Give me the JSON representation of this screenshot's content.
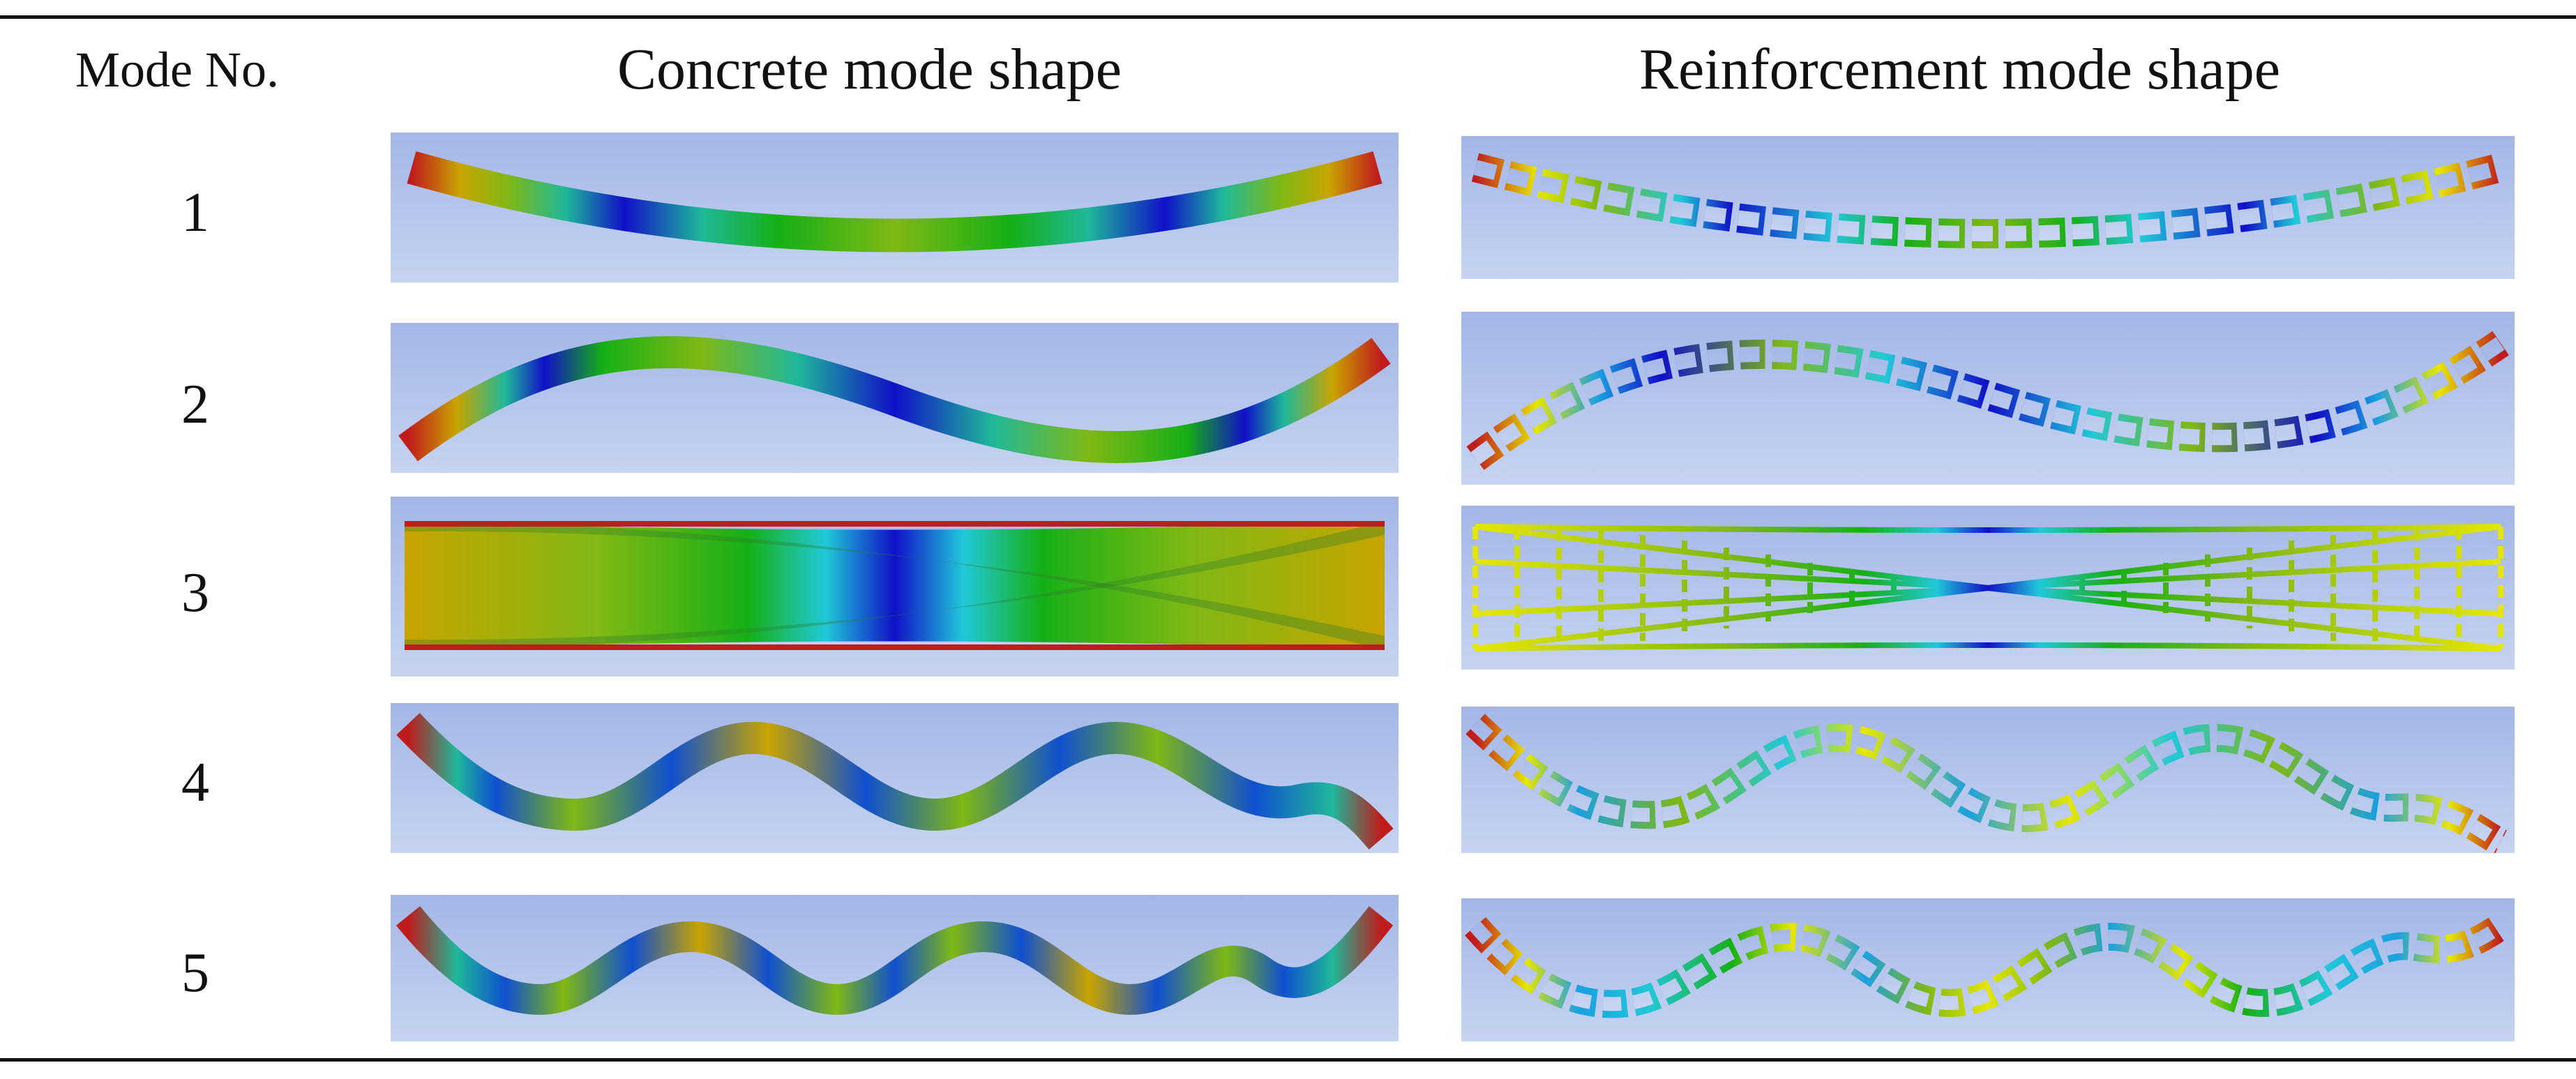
{
  "table": {
    "headers": {
      "mode": "Mode No.",
      "concrete": "Concrete mode shape",
      "reinforcement": "Reinforcement mode shape"
    },
    "rows": [
      {
        "mode": "1"
      },
      {
        "mode": "2"
      },
      {
        "mode": "3"
      },
      {
        "mode": "4"
      },
      {
        "mode": "5"
      }
    ]
  },
  "colors": {
    "panel_top": "#a3b6e6",
    "panel_bottom": "#c6d3f1",
    "contour": [
      "#c01c1c",
      "#c8a400",
      "#e6e600",
      "#7fb814",
      "#16b016",
      "#1fb89a",
      "#20c8d8",
      "#1aa0e0",
      "#1050d0",
      "#1010c8"
    ]
  }
}
